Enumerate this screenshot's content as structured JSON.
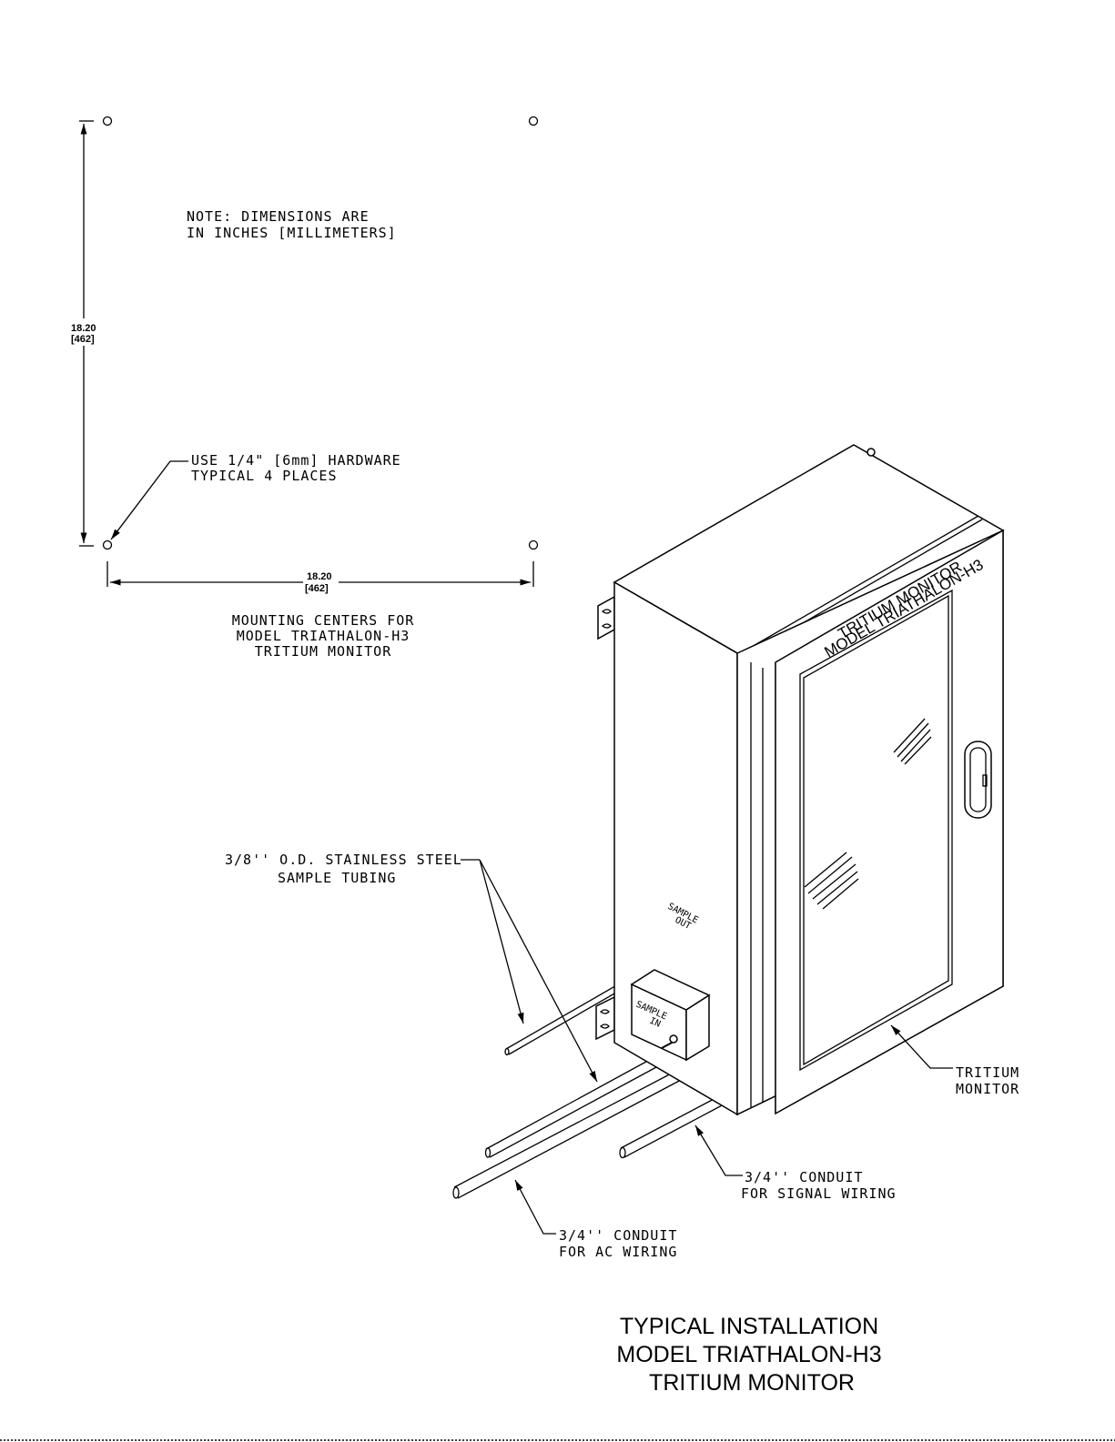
{
  "mounting": {
    "note_line1": "NOTE: DIMENSIONS ARE",
    "note_line2": "IN INCHES [MILLIMETERS]",
    "vertical_dim": "18.20",
    "vertical_dim_mm": "[462]",
    "horizontal_dim": "18.20",
    "horizontal_dim_mm": "[462]",
    "hardware_line1": "USE 1/4\" [6mm] HARDWARE",
    "hardware_line2": "TYPICAL 4 PLACES",
    "caption_line1": "MOUNTING CENTERS FOR",
    "caption_line2": "MODEL TRIATHALON-H3",
    "caption_line3": "TRITIUM MONITOR"
  },
  "callouts": {
    "tubing_line1": "3/8'' O.D. STAINLESS STEEL",
    "tubing_line2": "SAMPLE TUBING",
    "sample_out_line1": "SAMPLE",
    "sample_out_line2": "OUT",
    "sample_in_line1": "SAMPLE",
    "sample_in_line2": "IN",
    "monitor_line1": "TRITIUM",
    "monitor_line2": "MONITOR",
    "signal_line1": "3/4'' CONDUIT",
    "signal_line2": "FOR SIGNAL WIRING",
    "ac_line1": "3/4'' CONDUIT",
    "ac_line2": "FOR AC WIRING"
  },
  "enclosure": {
    "label_line1": "TRITIUM MONITOR",
    "label_line2": "MODEL TRIATHALON-H3"
  },
  "title": {
    "line1": "TYPICAL INSTALLATION",
    "line2": "MODEL TRIATHALON-H3",
    "line3": "TRITIUM MONITOR"
  }
}
